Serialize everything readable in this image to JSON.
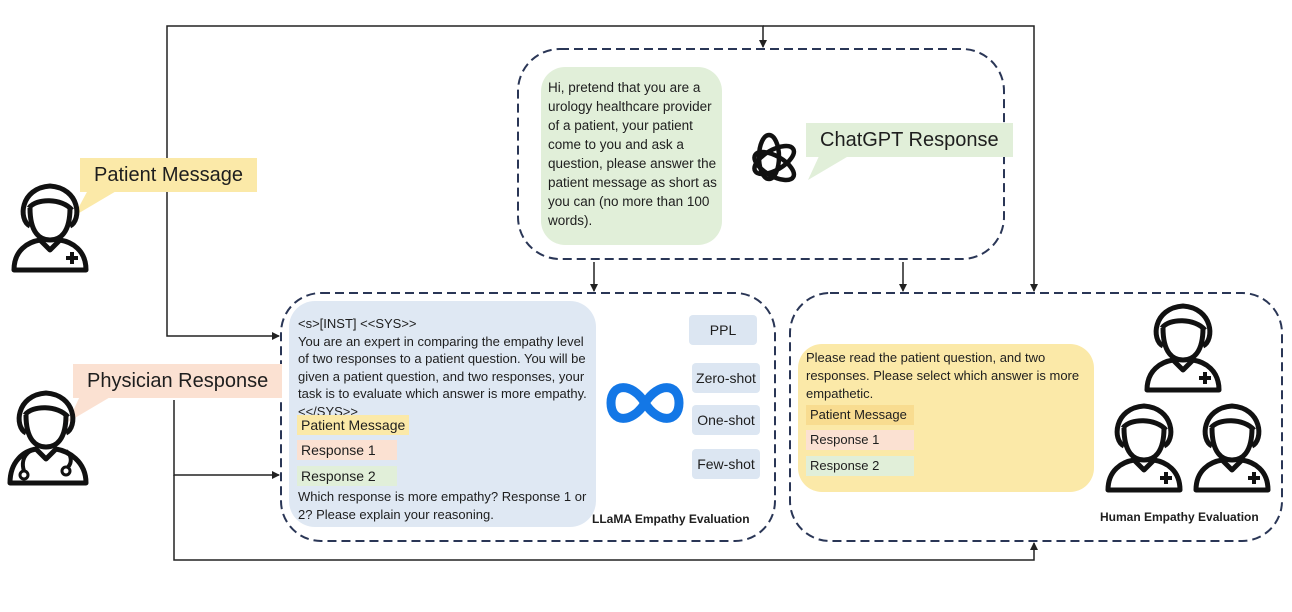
{
  "colors": {
    "dash": "#2a3656",
    "line": "#222222",
    "yellow": "#fbe9a8",
    "peach": "#fbe1d2",
    "green": "#e1efd9",
    "blue": "#dfe8f3",
    "pill": "#dce6f2",
    "meta": "#1377e6"
  },
  "patient": {
    "label": "Patient Message",
    "icon": "user-plus-icon"
  },
  "physician": {
    "label": "Physician Response",
    "icon": "doctor-stethoscope-icon"
  },
  "chatgpt": {
    "prompt_lines": [
      "Hi, pretend that you are a",
      "urology healthcare provider",
      "of a patient, your patient",
      "come to you and ask a",
      "question, please answer the",
      "patient message as short as",
      "you can (no more than 100",
      "words)."
    ],
    "label": "ChatGPT Response",
    "icon": "openai-logo-icon"
  },
  "llama": {
    "lines": [
      "<s>[INST] <<SYS>>",
      "You are an expert in comparing the empathy level",
      "of two responses to a patient question. You will be",
      "given a patient question, and two responses, your",
      "task is to evaluate which answer is more empathy.",
      "<</SYS>>"
    ],
    "tags": [
      "Patient Message",
      "Response 1",
      "Response 2"
    ],
    "question_lines": [
      "Which response is more empathy? Response 1 or",
      "2? Please explain your reasoning."
    ],
    "methods": [
      "PPL",
      "Zero-shot",
      "One-shot",
      "Few-shot"
    ],
    "title": "LLaMA Empathy Evaluation",
    "icon": "meta-logo-icon"
  },
  "human": {
    "lines": [
      "Please read the patient question, and two",
      "responses. Please select which answer is more",
      "empathetic."
    ],
    "tags": [
      "Patient Message",
      "Response 1",
      "Response 2"
    ],
    "title": "Human Empathy Evaluation",
    "icon": "evaluator-group-icon"
  }
}
